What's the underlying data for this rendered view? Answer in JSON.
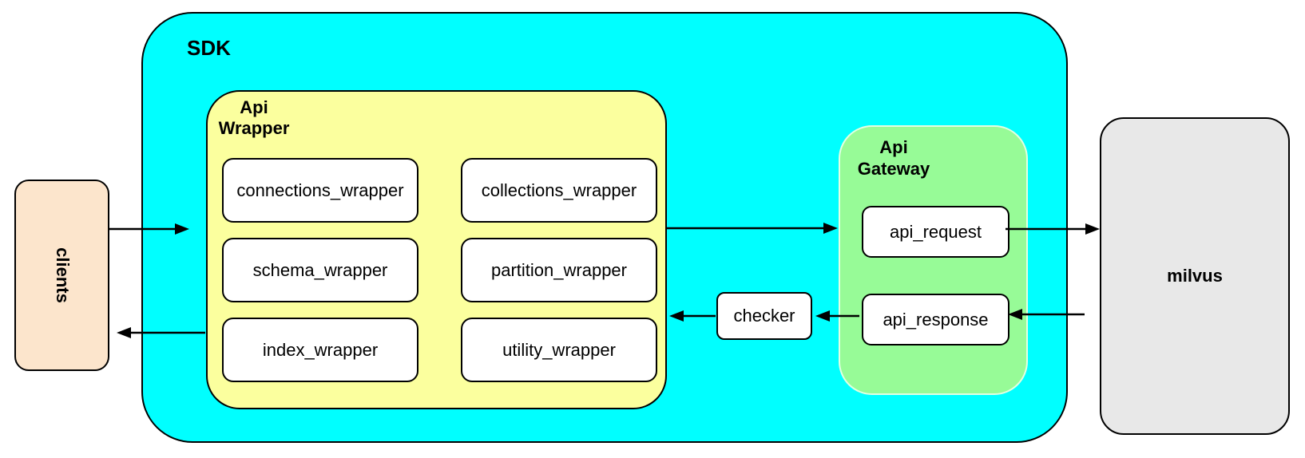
{
  "diagram": {
    "clients": {
      "label": "clients"
    },
    "sdk": {
      "label": "SDK"
    },
    "api_wrapper": {
      "label_line1": "Api",
      "label_line2": "Wrapper",
      "boxes": [
        {
          "label": "connections_wrapper"
        },
        {
          "label": "collections_wrapper"
        },
        {
          "label": "schema_wrapper"
        },
        {
          "label": "partition_wrapper"
        },
        {
          "label": "index_wrapper"
        },
        {
          "label": "utility_wrapper"
        }
      ]
    },
    "checker": {
      "label": "checker"
    },
    "api_gateway": {
      "label_line1": "Api",
      "label_line2": "Gateway",
      "request": {
        "label": "api_request"
      },
      "response": {
        "label": "api_response"
      }
    },
    "milvus": {
      "label": "milvus"
    },
    "colors": {
      "sdk_fill": "#00FFFF",
      "api_wrapper_fill": "#FBFF9E",
      "api_gateway_fill": "#97FB97",
      "clients_fill": "#FCE5CC",
      "milvus_fill": "#E8E8E8",
      "node_fill": "#FFFFFF",
      "stroke": "#000000"
    }
  }
}
